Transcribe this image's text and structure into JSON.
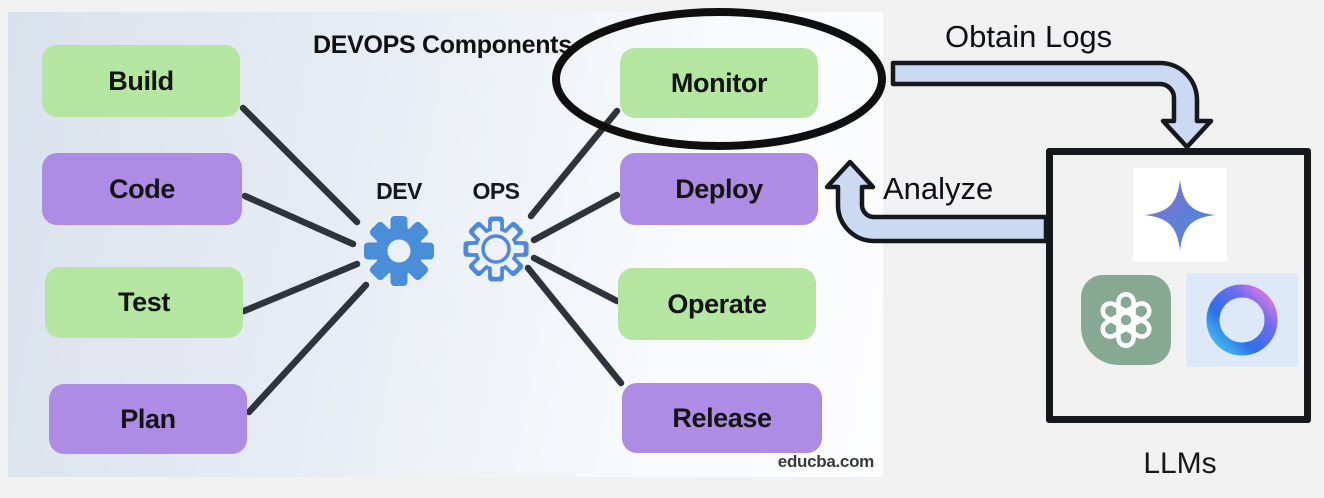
{
  "title": "DEVOPS Components",
  "watermark": "educba.com",
  "dev_label": "DEV",
  "ops_label": "OPS",
  "boxes": [
    {
      "label": "Build",
      "color": "green"
    },
    {
      "label": "Code",
      "color": "purple"
    },
    {
      "label": "Test",
      "color": "green"
    },
    {
      "label": "Plan",
      "color": "purple"
    },
    {
      "label": "Monitor",
      "color": "green",
      "highlighted": "circled"
    },
    {
      "label": "Deploy",
      "color": "purple"
    },
    {
      "label": "Operate",
      "color": "green"
    },
    {
      "label": "Release",
      "color": "purple"
    }
  ],
  "annotations": {
    "obtain_logs": "Obtain Logs",
    "analyze": "Analyze",
    "llm_caption": "LLMs"
  },
  "llm_box": {
    "icons": [
      "gemini-star-icon",
      "chatgpt-icon",
      "copilot-ring-icon"
    ]
  },
  "colors": {
    "box_green": "#b4e6a1",
    "box_purple": "#ae8ce5",
    "dev_gear_blue": "#4a8eda",
    "ops_gear_blue": "#4e88da",
    "arrow_fill": "#ccd9f2",
    "connector_dark": "#2e343c",
    "ellipse_black": "#0f0f0f",
    "chatgpt_green": "#87a993",
    "copilot_tile_blue": "#dde8f8",
    "panel_gradient_start": "#d9e1ec",
    "panel_gradient_end": "#fdfdfe"
  }
}
